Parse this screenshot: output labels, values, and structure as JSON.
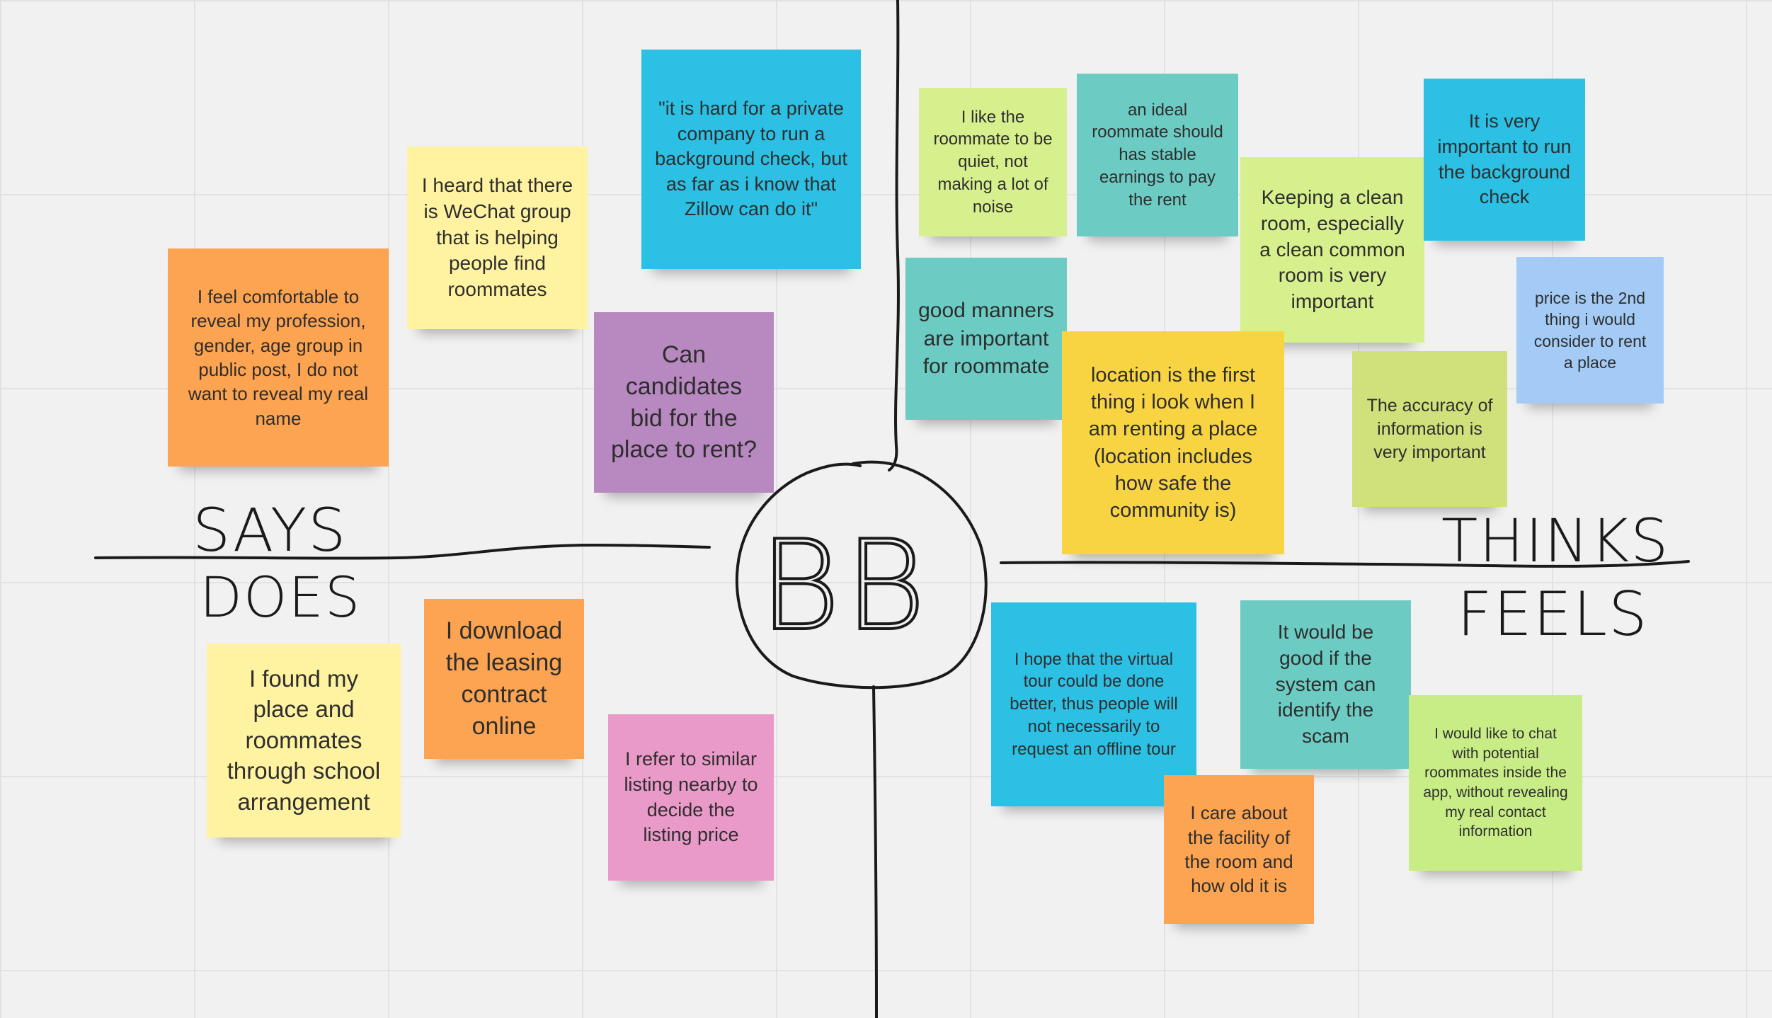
{
  "colors": {
    "orange": "#fca451",
    "yellow": "#fff3a1",
    "blue": "#2bc0e4",
    "purple": "#b888c0",
    "lime": "#d7f08e",
    "teal": "#6ccbc3",
    "pale_green": "#d0e17b",
    "light_blue": "#a3cbf5",
    "gold": "#f8d443",
    "pink": "#ea9ac8",
    "green": "#c8ed86",
    "line": "#1a1a1a"
  },
  "center_label": "BB",
  "quadrants": {
    "says": "SAYS",
    "thinks": "THINKS",
    "does": "DOES",
    "feels": "FEELS"
  },
  "notes": [
    {
      "id": "comfortable-reveal",
      "quadrant": "says",
      "color": "orange",
      "text": "I feel comfortable to reveal my profession, gender, age group in public post, I do not want to reveal my real name"
    },
    {
      "id": "wechat-group",
      "quadrant": "says",
      "color": "yellow",
      "text": "I heard that there is WeChat group that is helping people find roommates"
    },
    {
      "id": "background-check-quote",
      "quadrant": "says",
      "color": "blue",
      "text": "\"it is hard for a private company to run a background check, but as far as i know that Zillow can do it\""
    },
    {
      "id": "bid-for-place",
      "quadrant": "says",
      "color": "purple",
      "text": "Can candidates bid for the place to rent?"
    },
    {
      "id": "quiet-roommate",
      "quadrant": "thinks",
      "color": "lime",
      "text": "I like the roommate to be quiet, not making a lot of noise"
    },
    {
      "id": "stable-earnings",
      "quadrant": "thinks",
      "color": "teal",
      "text": "an ideal roommate should has stable earnings to pay the rent"
    },
    {
      "id": "clean-room",
      "quadrant": "thinks",
      "color": "lime",
      "text": "Keeping a clean room, especially a clean common room is very important"
    },
    {
      "id": "background-check-important",
      "quadrant": "thinks",
      "color": "blue",
      "text": "It is very important to run the background check"
    },
    {
      "id": "good-manners",
      "quadrant": "thinks",
      "color": "teal",
      "text": "good manners are important for roommate"
    },
    {
      "id": "location-first",
      "quadrant": "thinks",
      "color": "gold",
      "text": "location is the first thing i look when I am renting a place (location includes how safe the community is)"
    },
    {
      "id": "accuracy-info",
      "quadrant": "thinks",
      "color": "pale_green",
      "text": "The accuracy of information is very important"
    },
    {
      "id": "price-second",
      "quadrant": "thinks",
      "color": "light_blue",
      "text": "price is the 2nd thing i would consider to rent a place"
    },
    {
      "id": "school-arrangement",
      "quadrant": "does",
      "color": "yellow",
      "text": "I found my place and roommates through school arrangement"
    },
    {
      "id": "download-contract",
      "quadrant": "does",
      "color": "orange",
      "text": "I download the leasing contract online"
    },
    {
      "id": "similar-listing",
      "quadrant": "does",
      "color": "pink",
      "text": "I refer to similar listing nearby to decide the listing price"
    },
    {
      "id": "virtual-tour",
      "quadrant": "feels",
      "color": "blue",
      "text": "I hope that the virtual tour could be done better, thus people will not necessarily to request an offline tour"
    },
    {
      "id": "identify-scam",
      "quadrant": "feels",
      "color": "teal",
      "text": "It would be good if the system can identify the scam"
    },
    {
      "id": "chat-inside-app",
      "quadrant": "feels",
      "color": "green",
      "text": "I would like to chat with potential roommates inside the app, without revealing my real contact information"
    },
    {
      "id": "facility-care",
      "quadrant": "feels",
      "color": "orange",
      "text": "I care about the facility of the room and how old it is"
    }
  ]
}
